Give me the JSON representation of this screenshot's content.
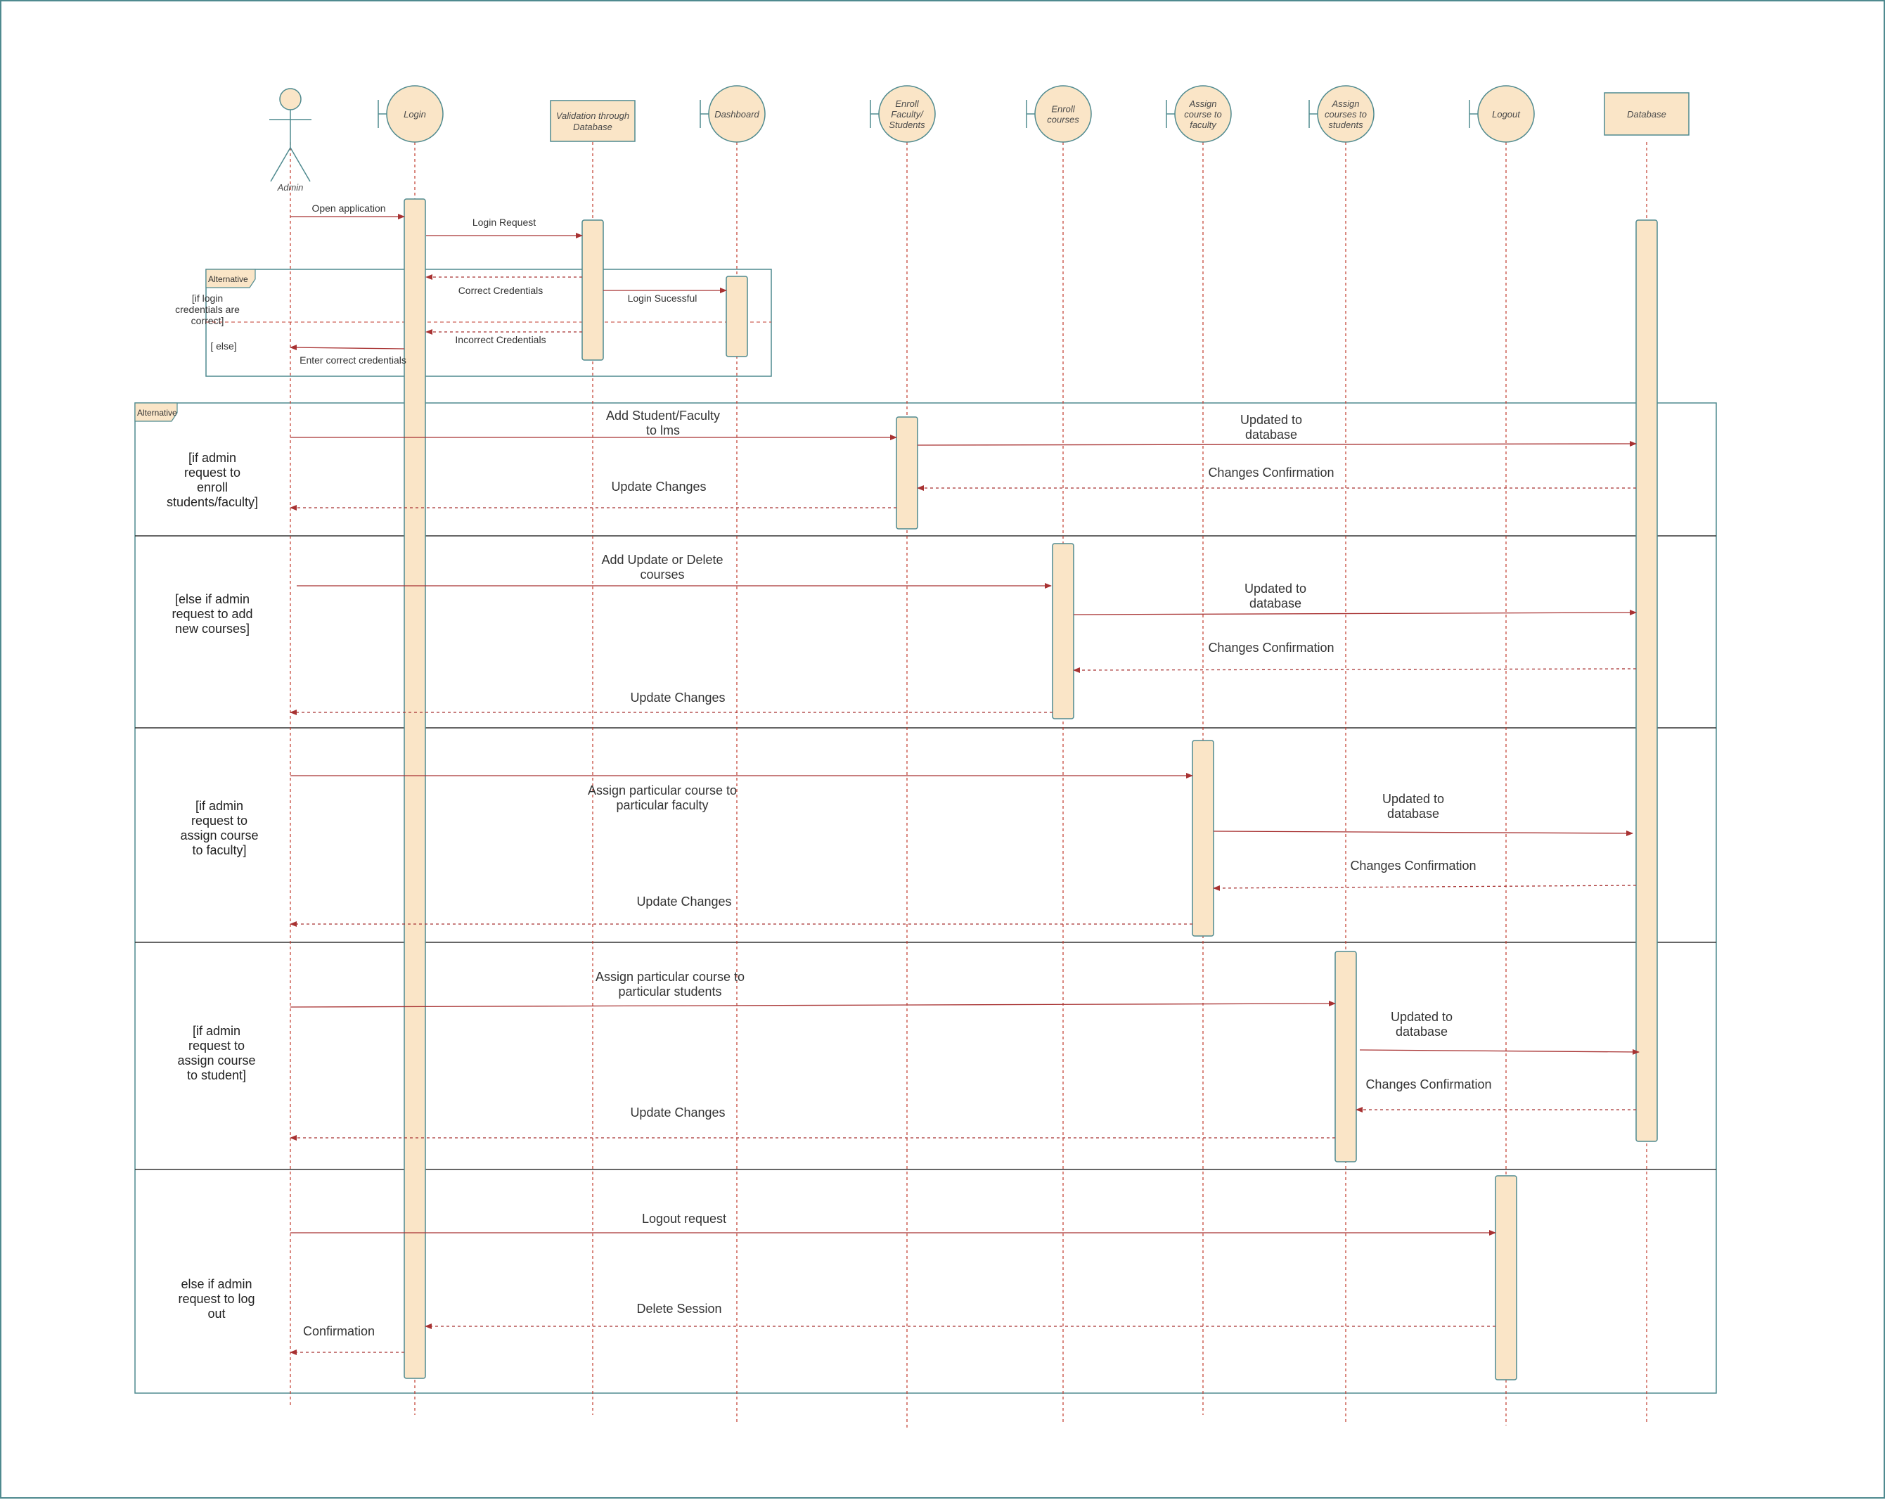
{
  "participants": [
    {
      "id": "admin",
      "label": "Admin",
      "kind": "actor"
    },
    {
      "id": "login",
      "label": "Login",
      "kind": "boundary"
    },
    {
      "id": "validation",
      "label": "Validation through Database",
      "kind": "box"
    },
    {
      "id": "dashboard",
      "label": "Dashboard",
      "kind": "boundary"
    },
    {
      "id": "enroll_fs",
      "label": "Enroll Faculty/ Students",
      "kind": "boundary"
    },
    {
      "id": "enroll_courses",
      "label": "Enroll courses",
      "kind": "boundary"
    },
    {
      "id": "assign_faculty",
      "label": "Assign course to faculty",
      "kind": "boundary"
    },
    {
      "id": "assign_students",
      "label": "Assign courses to students",
      "kind": "boundary"
    },
    {
      "id": "logout",
      "label": "Logout",
      "kind": "boundary"
    },
    {
      "id": "database",
      "label": "Database",
      "kind": "box"
    }
  ],
  "frames": [
    {
      "tag": "Alternative",
      "conditions": [
        "[if login credentials are correct]",
        "[ else]"
      ]
    },
    {
      "tag": "Alternative",
      "conditions": [
        "[if admin request to enroll students/faculty]",
        "[else if admin request to add new courses]",
        "[if admin request to assign course to faculty]",
        "[if admin request to assign course to student]",
        "else if admin request to log out"
      ]
    }
  ],
  "messages": [
    {
      "text": "Open application",
      "style": "solid"
    },
    {
      "text": "Login Request",
      "style": "solid"
    },
    {
      "text": "Correct Credentials",
      "style": "dashed"
    },
    {
      "text": "Login Sucessful",
      "style": "solid"
    },
    {
      "text": "Incorrect Credentials",
      "style": "dashed"
    },
    {
      "text": "Enter correct credentials",
      "style": "solid"
    },
    {
      "text": "Add Student/Faculty to lms",
      "style": "solid"
    },
    {
      "text": "Updated to database",
      "style": "solid"
    },
    {
      "text": "Changes Confirmation",
      "style": "dashed"
    },
    {
      "text": "Update Changes",
      "style": "dashed"
    },
    {
      "text": "Add Update or Delete courses",
      "style": "solid"
    },
    {
      "text": "Updated to database",
      "style": "solid"
    },
    {
      "text": "Changes Confirmation",
      "style": "dashed"
    },
    {
      "text": "Update Changes",
      "style": "dashed"
    },
    {
      "text": "Assign particular course to particular faculty",
      "style": "solid"
    },
    {
      "text": "Updated to database",
      "style": "solid"
    },
    {
      "text": "Changes Confirmation",
      "style": "dashed"
    },
    {
      "text": "Update Changes",
      "style": "dashed"
    },
    {
      "text": "Assign particular course to particular students",
      "style": "solid"
    },
    {
      "text": "Updated to database",
      "style": "solid"
    },
    {
      "text": "Changes Confirmation",
      "style": "dashed"
    },
    {
      "text": "Update Changes",
      "style": "dashed"
    },
    {
      "text": "Logout request",
      "style": "solid"
    },
    {
      "text": "Delete Session",
      "style": "dashed"
    },
    {
      "text": "Confirmation",
      "style": "dashed"
    }
  ],
  "colors": {
    "head_fill": "#fae5c7",
    "head_stroke": "#4f8a8f",
    "lifeline": "#c0392b",
    "arrow": "#a83232",
    "frame": "#4f8a8f",
    "divider": "#333333"
  }
}
